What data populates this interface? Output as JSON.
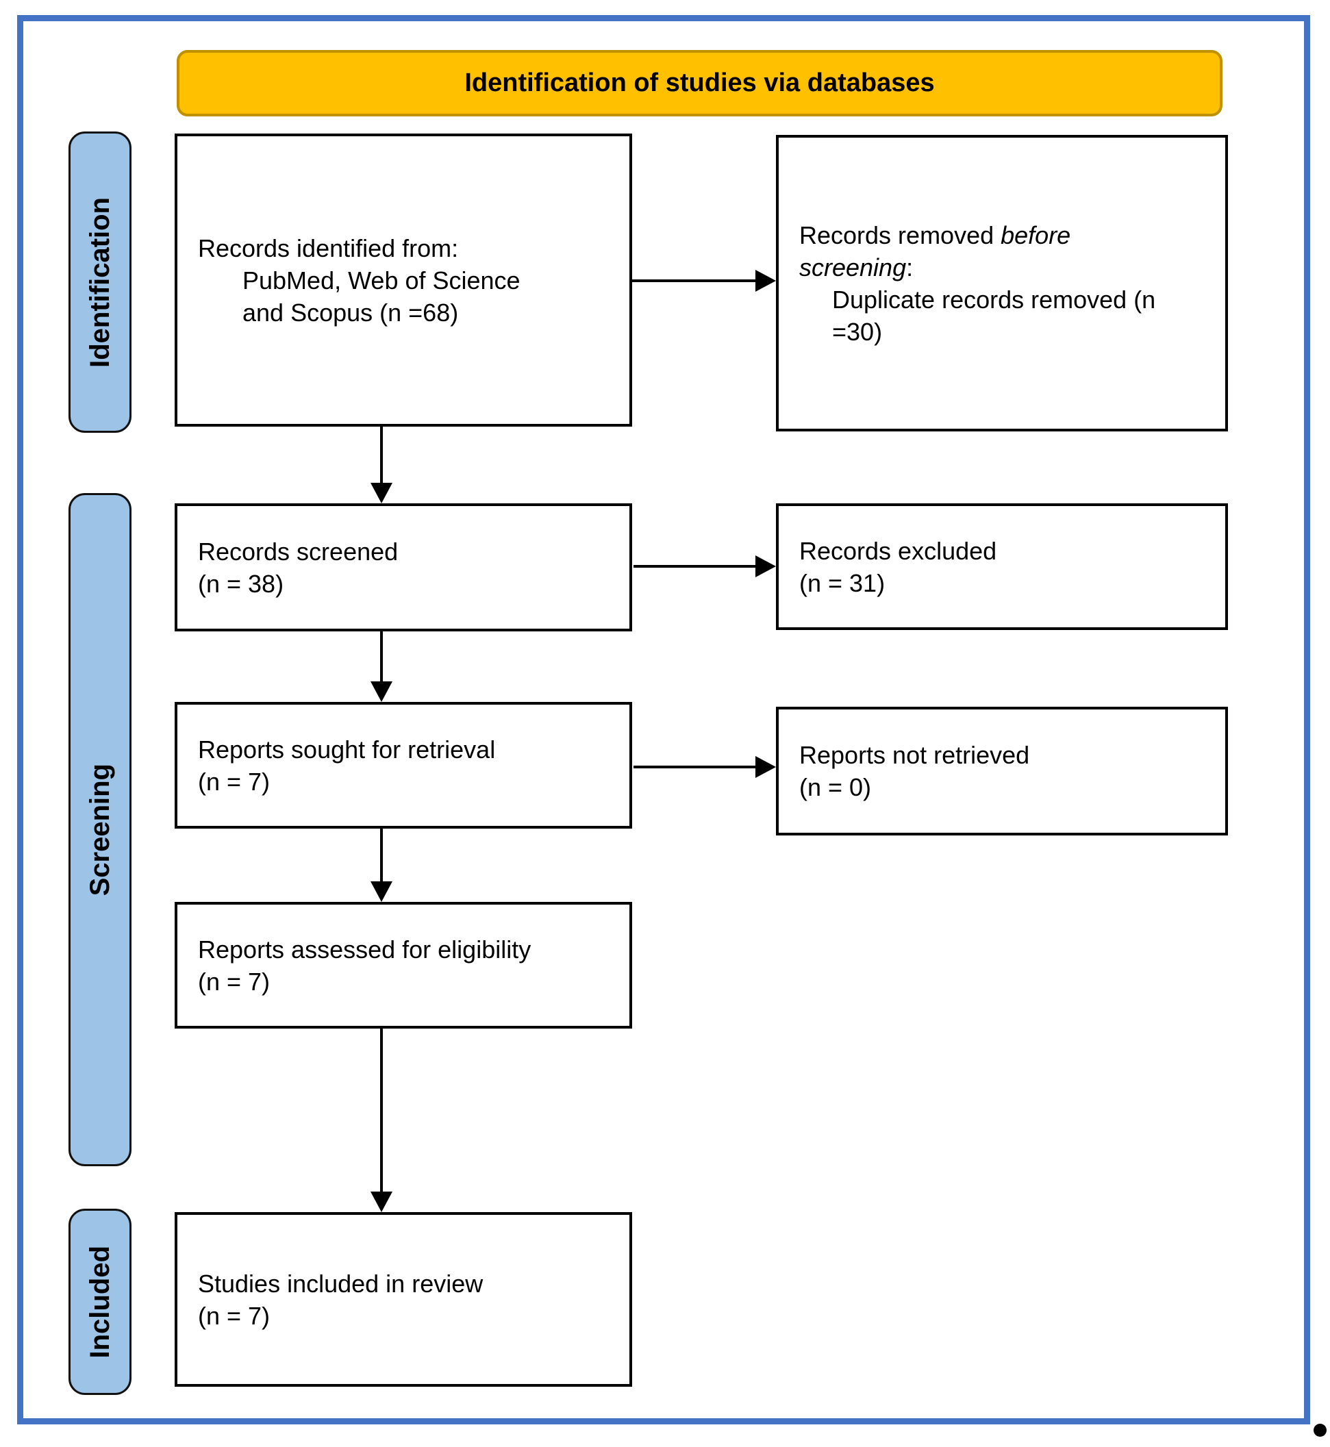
{
  "banner": {
    "label": "Identification of studies via databases"
  },
  "sidebar": {
    "items": [
      {
        "label": "Identification"
      },
      {
        "label": "Screening"
      },
      {
        "label": "Included"
      }
    ]
  },
  "boxes": {
    "identified": {
      "line1": "Records identified from:",
      "line2": "PubMed, Web of Science",
      "line3": "and Scopus (n =68)"
    },
    "removed": {
      "line1_regular": "Records removed ",
      "line1_italic": "before",
      "line2_italic": "screening",
      "line2_regular": ":",
      "line3": "Duplicate records removed (n",
      "line4": "=30)"
    },
    "screened": {
      "line1": "Records screened",
      "line2": "(n = 38)"
    },
    "excluded": {
      "line1": "Records excluded",
      "line2": "(n = 31)"
    },
    "sought": {
      "line1": "Reports sought for retrieval",
      "line2": "(n = 7)"
    },
    "not_retrieved": {
      "line1": "Reports not retrieved",
      "line2": "(n = 0)"
    },
    "assessed": {
      "line1": "Reports assessed for eligibility",
      "line2": "(n = 7)"
    },
    "included": {
      "line1": "Studies included in review",
      "line2": "(n = 7)"
    }
  },
  "colors": {
    "banner_fill": "#FFC000",
    "banner_border": "#BF9000",
    "sidebar_fill": "#9DC3E6",
    "outer_border": "#4472C4",
    "box_border": "#000000",
    "arrow": "#000000"
  }
}
